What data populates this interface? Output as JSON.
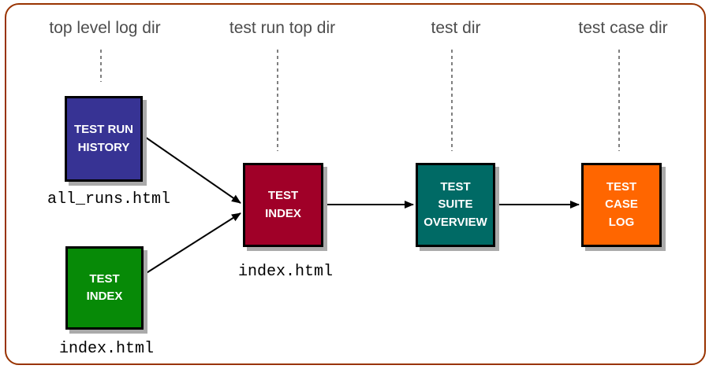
{
  "page": {
    "background_color": "#ffffff",
    "frame_border_color": "#993300"
  },
  "columns": [
    {
      "label": "top level log dir"
    },
    {
      "label": "test run top dir"
    },
    {
      "label": "test dir"
    },
    {
      "label": "test case dir"
    }
  ],
  "nodes": {
    "test_run_history": {
      "label": "TEST RUN\nHISTORY",
      "color": "#373394"
    },
    "test_index_top": {
      "label": "TEST\nINDEX",
      "color": "#078A07"
    },
    "test_index_run": {
      "label": "TEST\nINDEX",
      "color": "#A00028"
    },
    "test_suite_overview": {
      "label": "TEST\nSUITE\nOVERVIEW",
      "color": "#006A65"
    },
    "test_case_log": {
      "label": "TEST\nCASE\nLOG",
      "color": "#FF6600"
    }
  },
  "file_labels": {
    "all_runs": "all_runs.html",
    "run_index": "index.html",
    "top_index": "index.html"
  }
}
